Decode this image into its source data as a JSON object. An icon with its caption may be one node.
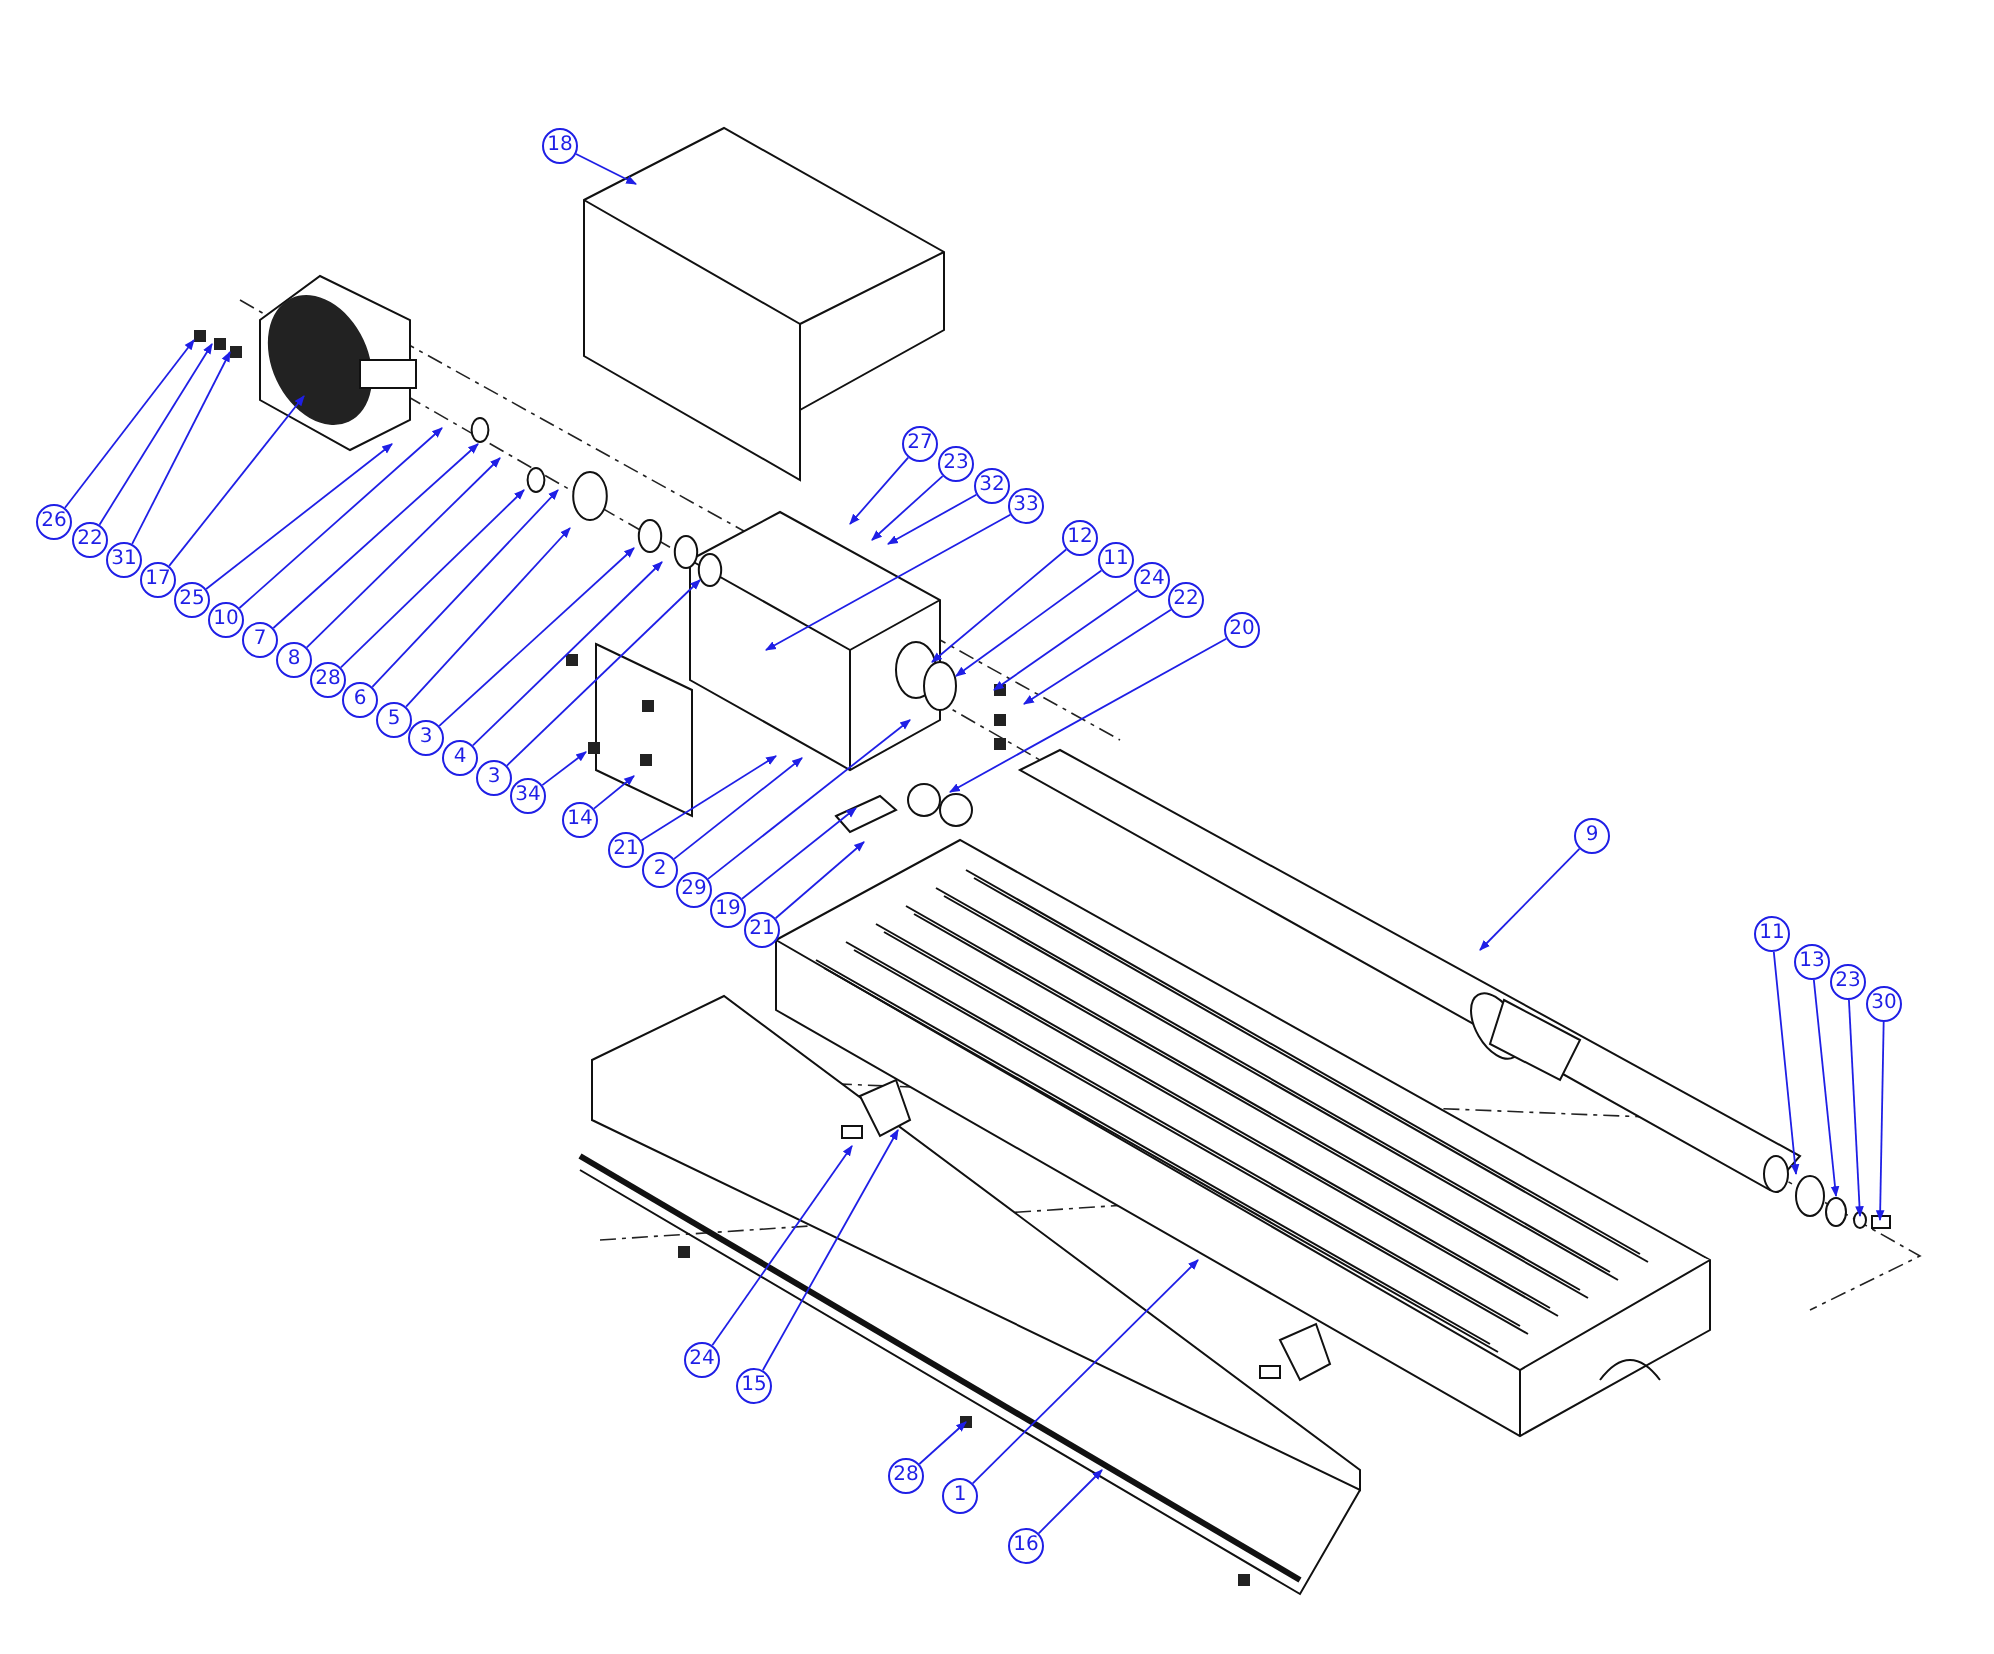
{
  "diagram": {
    "nodes": [
      {
        "text": [
          "18"
        ]
      },
      {
        "text": [
          "27"
        ]
      },
      {
        "text": [
          "23"
        ]
      },
      {
        "text": [
          "32"
        ]
      },
      {
        "text": [
          "33"
        ]
      },
      {
        "text": [
          "12"
        ]
      },
      {
        "text": [
          "11"
        ]
      },
      {
        "text": [
          "24"
        ]
      },
      {
        "text": [
          "22"
        ]
      },
      {
        "text": [
          "20"
        ]
      },
      {
        "text": [
          "26"
        ]
      },
      {
        "text": [
          "22"
        ]
      },
      {
        "text": [
          "31"
        ]
      },
      {
        "text": [
          "17"
        ]
      },
      {
        "text": [
          "25"
        ]
      },
      {
        "text": [
          "10"
        ]
      },
      {
        "text": [
          "7"
        ]
      },
      {
        "text": [
          "8"
        ]
      },
      {
        "text": [
          "28"
        ]
      },
      {
        "text": [
          "6"
        ]
      },
      {
        "text": [
          "5"
        ]
      },
      {
        "text": [
          "3"
        ]
      },
      {
        "text": [
          "4"
        ]
      },
      {
        "text": [
          "3"
        ]
      },
      {
        "text": [
          "34"
        ]
      },
      {
        "text": [
          "14"
        ]
      },
      {
        "text": [
          "21"
        ]
      },
      {
        "text": [
          "2"
        ]
      },
      {
        "text": [
          "29"
        ]
      },
      {
        "text": [
          "19"
        ]
      },
      {
        "text": [
          "21"
        ]
      },
      {
        "text": [
          "9"
        ]
      },
      {
        "text": [
          "11"
        ]
      },
      {
        "text": [
          "13"
        ]
      },
      {
        "text": [
          "23"
        ]
      },
      {
        "text": [
          "30"
        ]
      },
      {
        "text": [
          "24"
        ]
      },
      {
        "text": [
          "15"
        ]
      },
      {
        "text": [
          "28"
        ]
      },
      {
        "text": [
          "1"
        ]
      },
      {
        "text": [
          "16"
        ]
      }
    ],
    "edges": [
      {
        "from": 0,
        "to": null,
        "arrow": "to"
      },
      {
        "from": 1,
        "to": null,
        "arrow": "to"
      },
      {
        "from": 2,
        "to": null,
        "arrow": "to"
      },
      {
        "from": 3,
        "to": null,
        "arrow": "to"
      },
      {
        "from": 4,
        "to": null,
        "arrow": "to"
      },
      {
        "from": 5,
        "to": null,
        "arrow": "to"
      },
      {
        "from": 6,
        "to": null,
        "arrow": "to"
      },
      {
        "from": 7,
        "to": null,
        "arrow": "to"
      },
      {
        "from": 8,
        "to": null,
        "arrow": "to"
      },
      {
        "from": 9,
        "to": null,
        "arrow": "to"
      },
      {
        "from": 10,
        "to": null,
        "arrow": "to"
      },
      {
        "from": 11,
        "to": null,
        "arrow": "to"
      },
      {
        "from": 12,
        "to": null,
        "arrow": "to"
      },
      {
        "from": 13,
        "to": null,
        "arrow": "to"
      },
      {
        "from": 14,
        "to": null,
        "arrow": "to"
      },
      {
        "from": 15,
        "to": null,
        "arrow": "to"
      },
      {
        "from": 16,
        "to": null,
        "arrow": "to"
      },
      {
        "from": 17,
        "to": null,
        "arrow": "to"
      },
      {
        "from": 18,
        "to": null,
        "arrow": "to"
      },
      {
        "from": 19,
        "to": null,
        "arrow": "to"
      },
      {
        "from": 20,
        "to": null,
        "arrow": "to"
      },
      {
        "from": 21,
        "to": null,
        "arrow": "to"
      },
      {
        "from": 22,
        "to": null,
        "arrow": "to"
      },
      {
        "from": 23,
        "to": null,
        "arrow": "to"
      },
      {
        "from": 24,
        "to": null,
        "arrow": "to"
      },
      {
        "from": 25,
        "to": null,
        "arrow": "to"
      },
      {
        "from": 26,
        "to": null,
        "arrow": "to"
      },
      {
        "from": 27,
        "to": null,
        "arrow": "to"
      },
      {
        "from": 28,
        "to": null,
        "arrow": "to"
      },
      {
        "from": 29,
        "to": null,
        "arrow": "to"
      },
      {
        "from": 30,
        "to": null,
        "arrow": "to"
      },
      {
        "from": 31,
        "to": null,
        "arrow": "to"
      },
      {
        "from": 32,
        "to": null,
        "arrow": "to"
      },
      {
        "from": 33,
        "to": null,
        "arrow": "to"
      },
      {
        "from": 34,
        "to": null,
        "arrow": "to"
      },
      {
        "from": 35,
        "to": null,
        "arrow": "to"
      },
      {
        "from": 36,
        "to": null,
        "arrow": "to"
      },
      {
        "from": 37,
        "to": null,
        "arrow": "to"
      },
      {
        "from": 38,
        "to": null,
        "arrow": "to"
      },
      {
        "from": 39,
        "to": null,
        "arrow": "to"
      },
      {
        "from": 40,
        "to": null,
        "arrow": "to"
      }
    ]
  }
}
